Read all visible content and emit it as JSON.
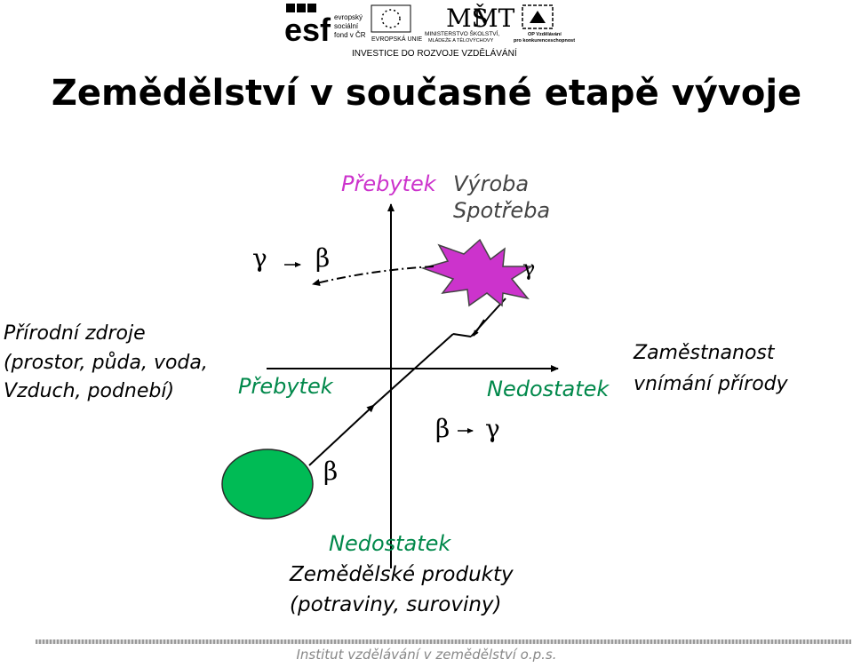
{
  "header": {
    "logo_esf_text": "evropský sociální fond v ČR",
    "logo_eu_text": "EVROPSKÁ UNIE",
    "logo_msmt_text": "MINISTERSTVO ŠKOLSTVÍ, MLÁDEŽE A TĚLOVÝCHOVY",
    "logo_op_text": "OP Vzdělávání pro konkurenceschopnost",
    "banner": "INVESTICE DO ROZVOJE VZDĚLÁVÁNÍ"
  },
  "title": "Zemědělství v současné etapě vývoje",
  "labels": {
    "top_surplus": "Přebytek",
    "top_production": "Výroba",
    "top_consumption": "Spotřeba",
    "natural_resources_1": "Přírodní zdroje",
    "natural_resources_2": "(prostor, půda, voda,",
    "natural_resources_3": "Vzduch, podnebí)",
    "left_surplus": "Přebytek",
    "right_shortage": "Nedostatek",
    "employment_1": "Zaměstnanost",
    "employment_2": "vnímání přírody",
    "bottom_shortage": "Nedostatek",
    "ag_products_1": "Zemědělské produkty",
    "ag_products_2": "(potraviny, suroviny)"
  },
  "greek": {
    "top_left_gamma": "γ",
    "top_left_beta": "β",
    "star_gamma": "γ",
    "mid_beta": "β",
    "mid_gamma": "γ",
    "lower_beta": "β"
  },
  "colors": {
    "green_text": "#00884a",
    "magenta_text": "#cc33cc",
    "star_fill": "#cc33cc",
    "ellipse_fill": "#00bb55"
  },
  "footer": "Institut vzdělávání v zemědělství o.p.s."
}
